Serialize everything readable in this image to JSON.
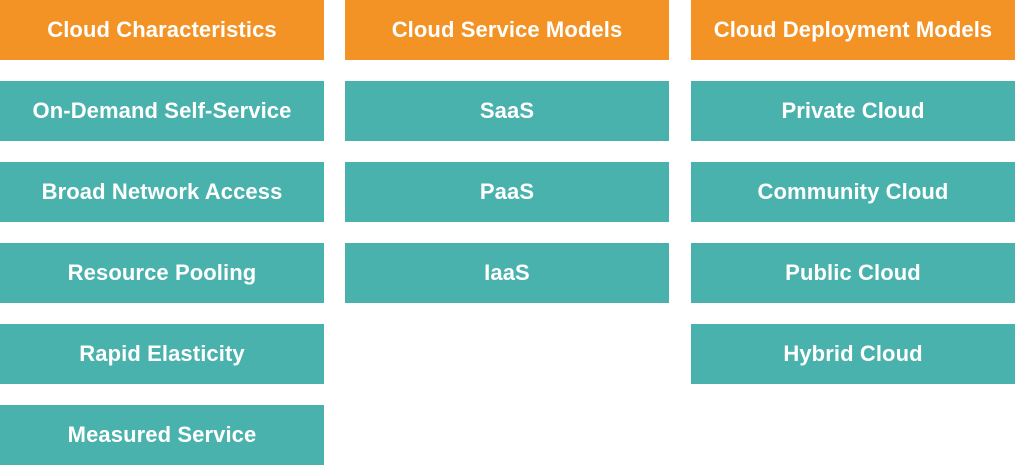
{
  "columns": [
    {
      "header": "Cloud Characteristics",
      "items": [
        "On-Demand Self-Service",
        "Broad Network Access",
        "Resource Pooling",
        "Rapid Elasticity",
        "Measured Service"
      ]
    },
    {
      "header": "Cloud Service Models",
      "items": [
        "SaaS",
        "PaaS",
        "IaaS"
      ]
    },
    {
      "header": "Cloud Deployment Models",
      "items": [
        "Private Cloud",
        "Community Cloud",
        "Public Cloud",
        "Hybrid Cloud"
      ]
    }
  ],
  "colors": {
    "header": "#f39325",
    "item": "#4ab2ad",
    "text": "#ffffff"
  }
}
